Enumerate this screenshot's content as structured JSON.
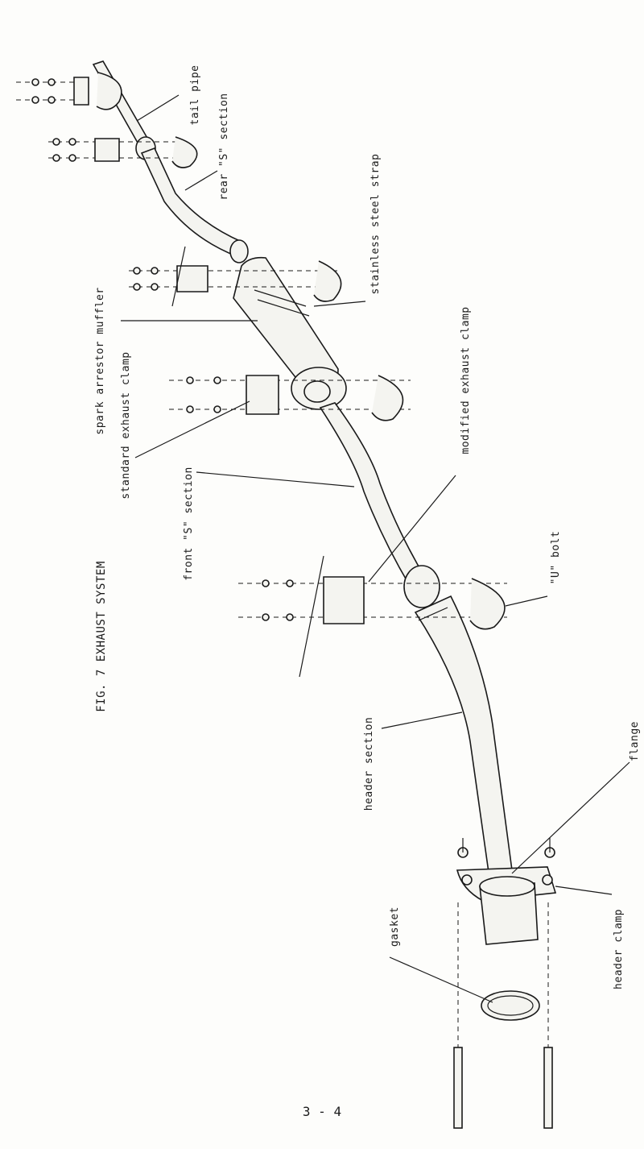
{
  "figure": {
    "caption": "FIG. 7   EXHAUST SYSTEM"
  },
  "labels": {
    "tail_pipe": "tail pipe",
    "rear_s_section": "rear \"S\" section",
    "stainless_steel_strap": "stainless steel strap",
    "spark_arrestor_muffler": "spark arrestor muffler",
    "standard_exhaust_clamp": "standard exhaust clamp",
    "modified_exhaust_clamp": "modified exhaust clamp",
    "front_s_section": "front \"S\" section",
    "u_bolt": "\"U\" bolt",
    "header_section": "header section",
    "flange": "flange",
    "header_clamp": "header clamp",
    "gasket": "gasket"
  },
  "footer": {
    "page_number": "3 - 4"
  }
}
